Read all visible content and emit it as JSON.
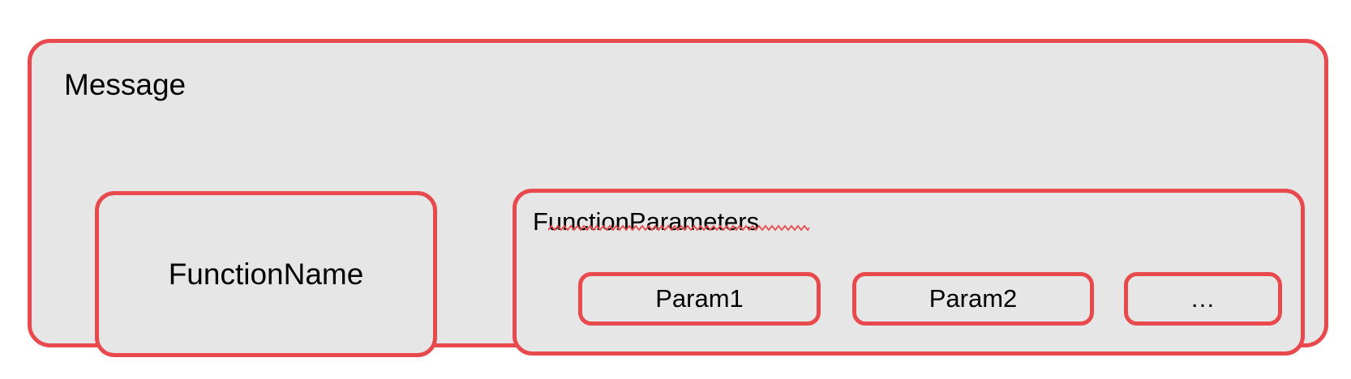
{
  "diagram": {
    "title": "Message",
    "style": {
      "border_color": "#E8494C",
      "fill_color": "#E6E6E6",
      "text_color": "#000000",
      "page_background": "#FFFFFF",
      "squiggle_color": "#E8494C"
    },
    "message": {
      "label": "Message",
      "function_name": {
        "label": "FunctionName"
      },
      "function_parameters": {
        "label": "FunctionParameters",
        "has_spellcheck_underline": true,
        "params": [
          {
            "label": "Param1"
          },
          {
            "label": "Param2"
          },
          {
            "label": "…"
          }
        ]
      }
    }
  }
}
